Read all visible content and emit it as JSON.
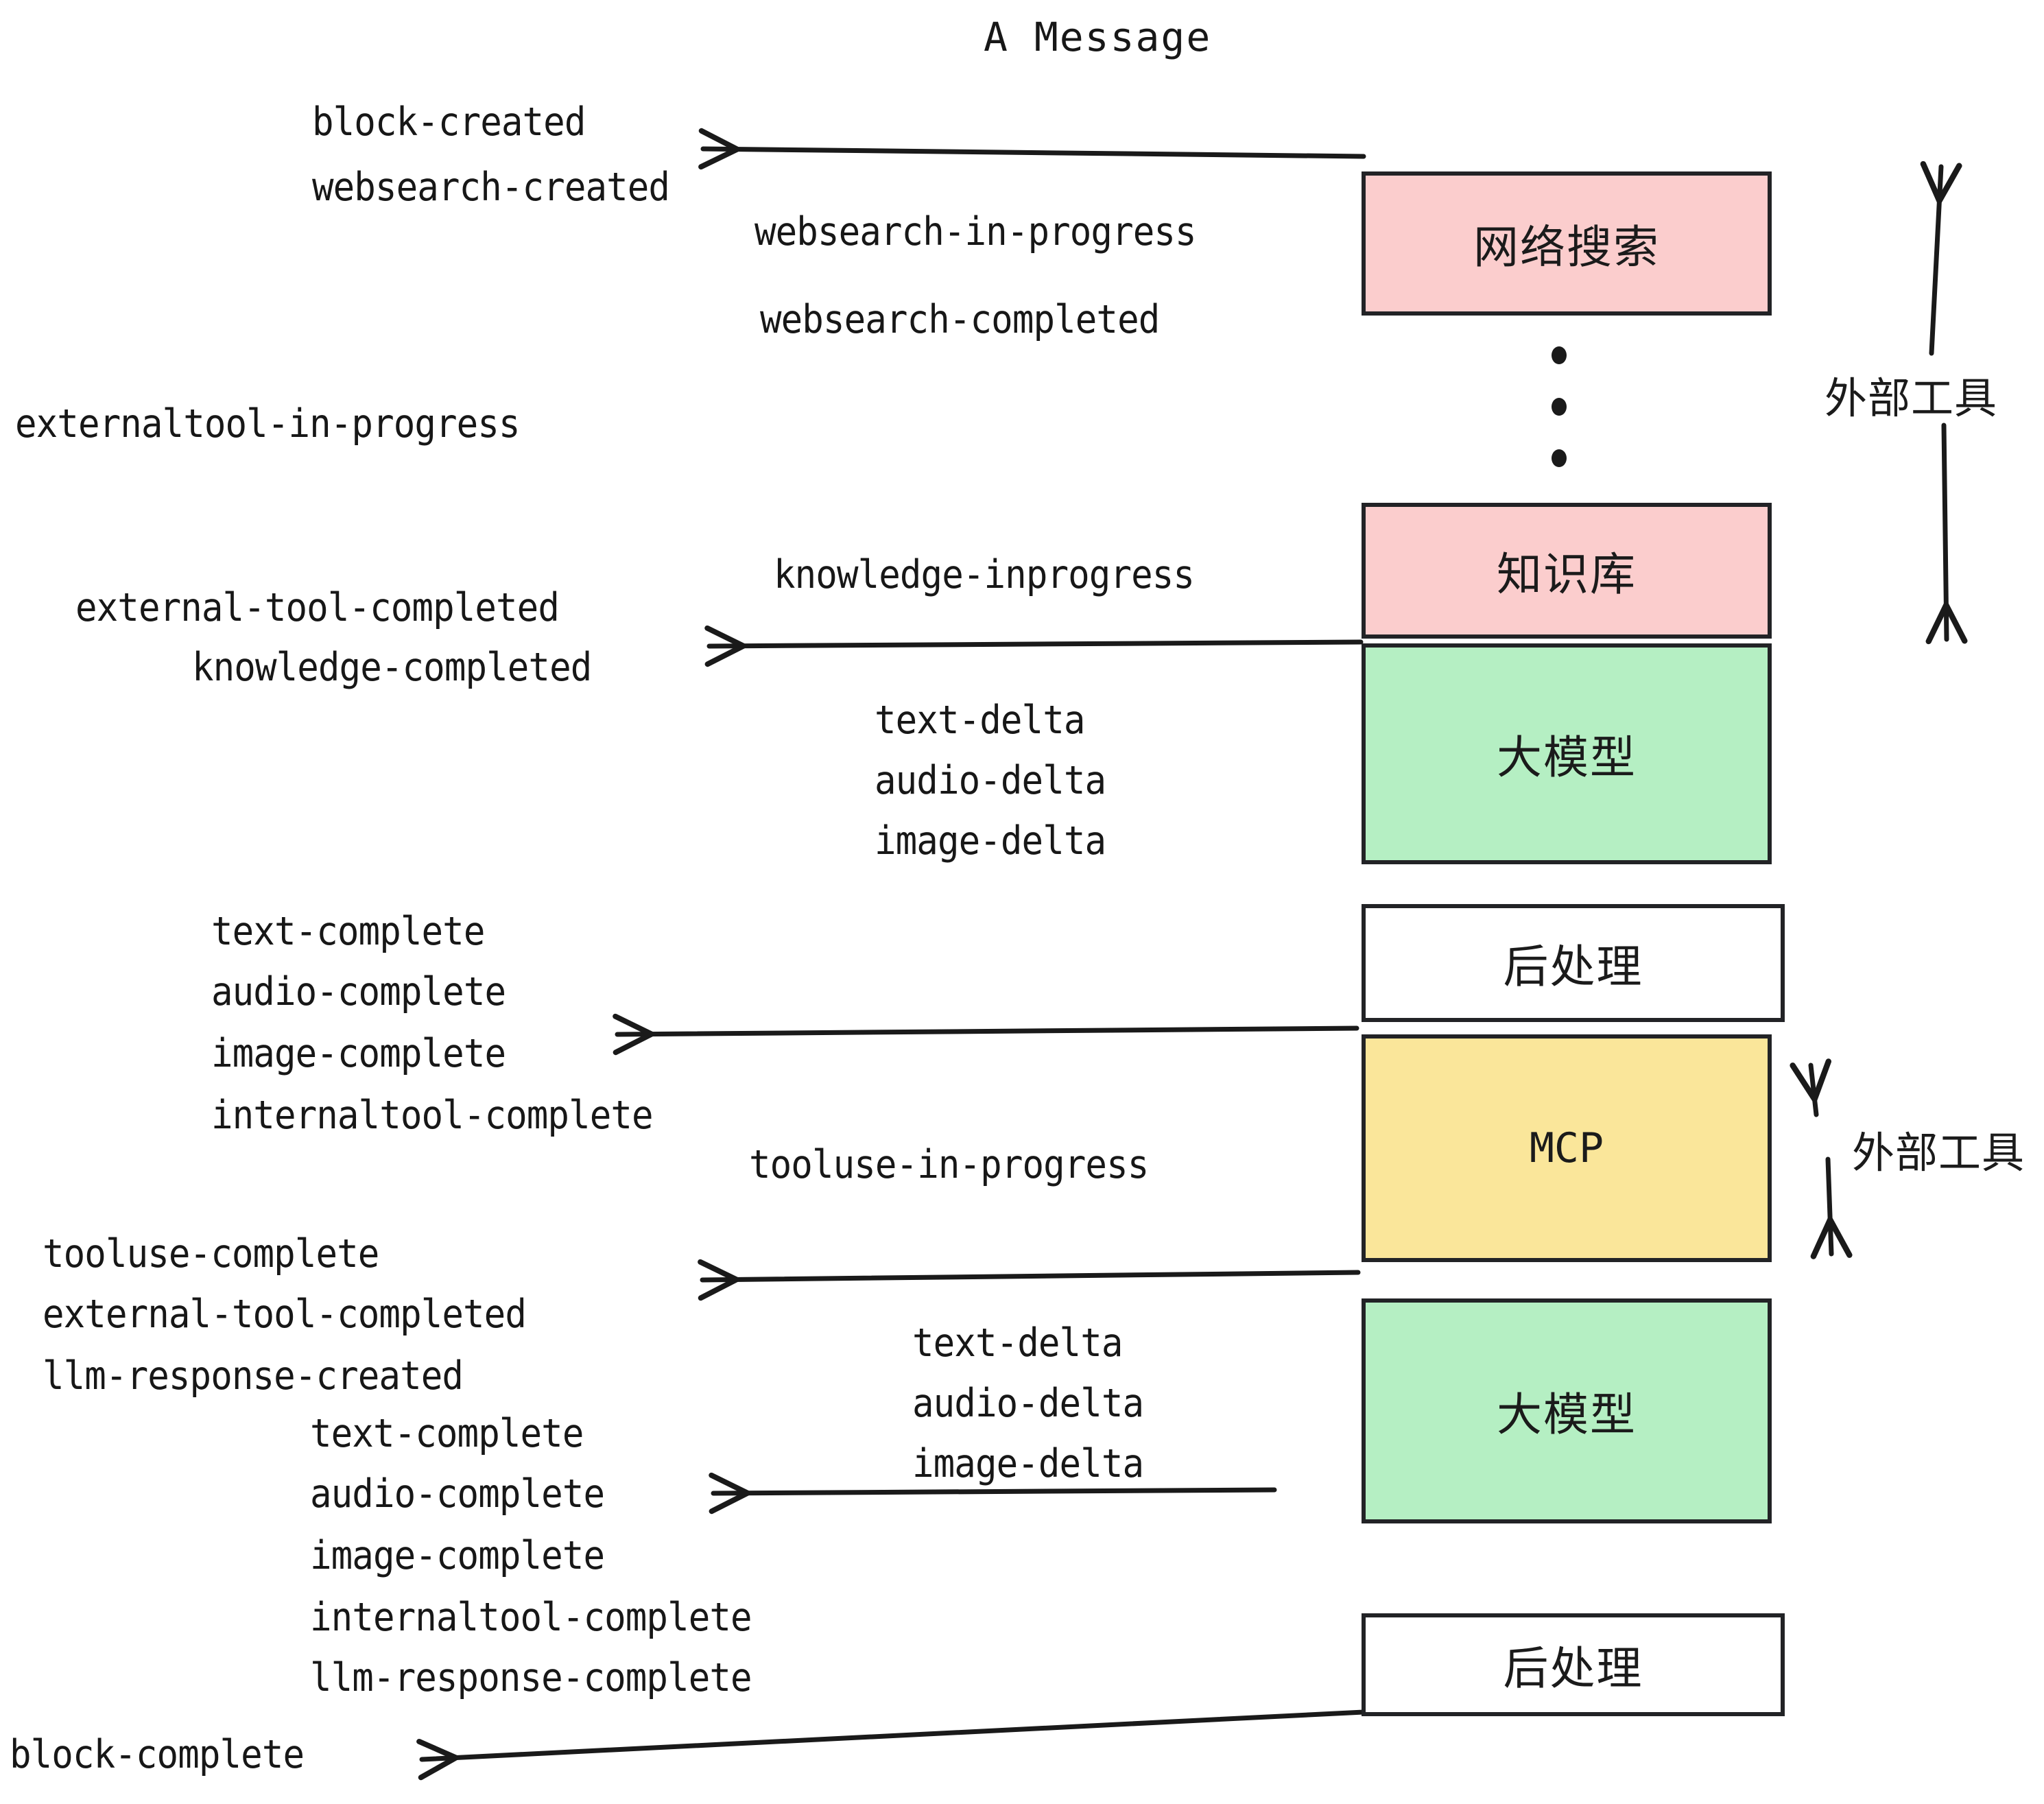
{
  "diagram": {
    "title": "A Message",
    "colors": {
      "pink": "#FBCDCD",
      "green": "#B5EFC3",
      "yellow": "#FAE69A",
      "white": "#FFFFFF",
      "stroke": "#222326",
      "text": "#171717",
      "background": "#FFFFFF"
    },
    "nodes": [
      {
        "id": "websearch",
        "label": "网络搜索",
        "fill": "pink",
        "script": "cjk"
      },
      {
        "id": "knowledge",
        "label": "知识库",
        "fill": "pink",
        "script": "cjk"
      },
      {
        "id": "llm-1",
        "label": "大模型",
        "fill": "green",
        "script": "cjk"
      },
      {
        "id": "postproc-1",
        "label": "后处理",
        "fill": "white",
        "script": "cjk"
      },
      {
        "id": "mcp",
        "label": "MCP",
        "fill": "yellow",
        "script": "latin"
      },
      {
        "id": "llm-2",
        "label": "大模型",
        "fill": "green",
        "script": "cjk"
      },
      {
        "id": "postproc-2",
        "label": "后处理",
        "fill": "white",
        "script": "cjk"
      }
    ],
    "side_labels": [
      {
        "id": "external-tools-top",
        "label": "外部工具"
      },
      {
        "id": "external-tools-bottom",
        "label": "外部工具"
      }
    ],
    "events": [
      {
        "id": "block-created",
        "label": "block-created"
      },
      {
        "id": "websearch-created",
        "label": "websearch-created"
      },
      {
        "id": "websearch-in-progress",
        "label": "websearch-in-progress"
      },
      {
        "id": "websearch-completed",
        "label": "websearch-completed"
      },
      {
        "id": "externaltool-in-progress",
        "label": "externaltool-in-progress"
      },
      {
        "id": "knowledge-inprogress",
        "label": "knowledge-inprogress"
      },
      {
        "id": "external-tool-completed-1",
        "label": "external-tool-completed"
      },
      {
        "id": "knowledge-completed",
        "label": "knowledge-completed"
      },
      {
        "id": "text-delta-1",
        "label": "text-delta"
      },
      {
        "id": "audio-delta-1",
        "label": "audio-delta"
      },
      {
        "id": "image-delta-1",
        "label": "image-delta"
      },
      {
        "id": "text-complete-1",
        "label": "text-complete"
      },
      {
        "id": "audio-complete-1",
        "label": "audio-complete"
      },
      {
        "id": "image-complete-1",
        "label": "image-complete"
      },
      {
        "id": "internaltool-complete-1",
        "label": "internaltool-complete"
      },
      {
        "id": "tooluse-in-progress",
        "label": "tooluse-in-progress"
      },
      {
        "id": "tooluse-complete",
        "label": "tooluse-complete"
      },
      {
        "id": "external-tool-completed-2",
        "label": "external-tool-completed"
      },
      {
        "id": "llm-response-created",
        "label": "llm-response-created"
      },
      {
        "id": "text-delta-2",
        "label": "text-delta"
      },
      {
        "id": "audio-delta-2",
        "label": "audio-delta"
      },
      {
        "id": "image-delta-2",
        "label": "image-delta"
      },
      {
        "id": "text-complete-2",
        "label": "text-complete"
      },
      {
        "id": "audio-complete-2",
        "label": "audio-complete"
      },
      {
        "id": "image-complete-2",
        "label": "image-complete"
      },
      {
        "id": "internaltool-complete-2",
        "label": "internaltool-complete"
      },
      {
        "id": "llm-response-complete",
        "label": "llm-response-complete"
      },
      {
        "id": "block-complete",
        "label": "block-complete"
      }
    ]
  }
}
